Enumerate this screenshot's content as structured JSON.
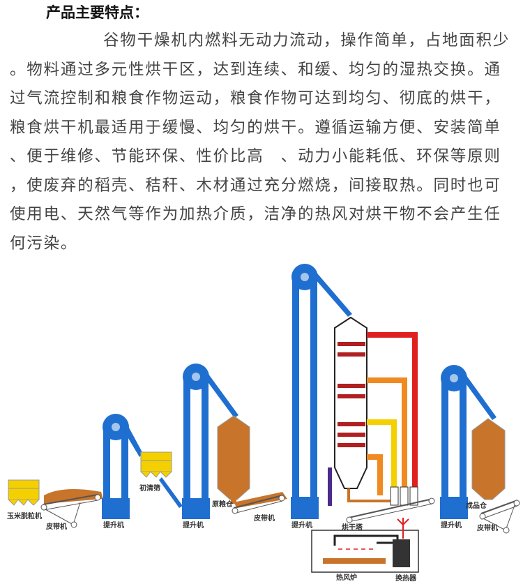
{
  "title": "产品主要特点：",
  "paragraph_lines": [
    "谷物干燥机内燃料无动力流动，操作简单，占地面积少",
    "。物料通过多元性烘干区，达到连续、和缓、均匀的湿热交换。通",
    "过气流控制和粮食作物运动，粮食作物可达到均匀、彻底的烘干，",
    "粮食烘干机最适用于缓慢、均匀的烘干。遵循运输方便、安装简单",
    "、便于维修、节能环保、性价比高　、动力小能耗低、环保等原则",
    "，使废弃的稻壳、秸秆、木材通过充分燃烧，间接取热。同时也可",
    "使用电、天然气等作为加热介质，洁净的热风对烘干物不会产生任",
    "何污染。"
  ],
  "diagram": {
    "labels": {
      "corn_sheller": "玉米脱粒机",
      "belt1": "皮带机",
      "elevator1": "提升机",
      "pre_cleaner": "初清筛",
      "elevator2": "提升机",
      "raw_bin": "原粮仓",
      "belt2": "皮带机",
      "elevator3": "提升机",
      "dryer_tower": "烘干塔",
      "hot_air_furnace": "热风炉",
      "heat_exchanger": "换热器",
      "elevator4": "提升机",
      "product_bin": "成品仓",
      "belt3": "皮带机"
    },
    "colors": {
      "blue": "#1f6fd0",
      "yellow": "#f5d000",
      "brown": "#c8742a",
      "red": "#e02020",
      "orange": "#f08a20",
      "purple": "#4a2a8a"
    }
  }
}
